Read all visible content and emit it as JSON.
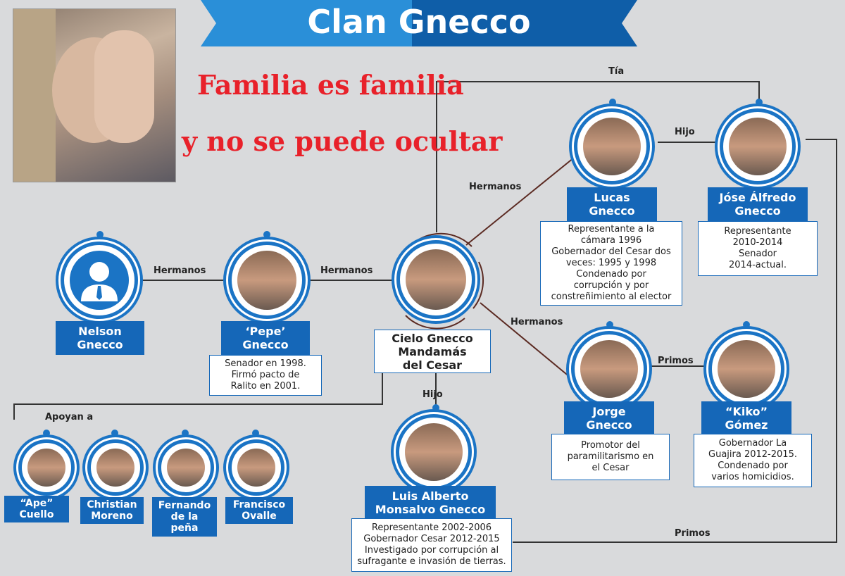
{
  "banner": {
    "title_left": "Clan",
    "title_right": "Gnecco"
  },
  "slogan": {
    "line1": "Familia es familia",
    "line2": "y no se puede ocultar"
  },
  "people": {
    "nelson": {
      "name": "Nelson\nGnecco"
    },
    "pepe": {
      "name": "‘Pepe’\nGnecco",
      "desc": "Senador en 1998.\nFirmó pacto de\nRalito en 2001."
    },
    "cielo": {
      "name": "Cielo Gnecco\nMandamás\ndel Cesar"
    },
    "lucas": {
      "name": "Lucas\nGnecco",
      "desc": "Representante a la\ncámara 1996\nGobernador del Cesar dos\nveces: 1995 y 1998\nCondenado por\ncorrupción y por\nconstreñimiento al elector"
    },
    "jose": {
      "name": "Jóse Álfredo\nGnecco",
      "desc": "Representante\n2010-2014\nSenador\n2014-actual."
    },
    "jorge": {
      "name": "Jorge\nGnecco",
      "desc": "Promotor del\nparamilitarismo en\nel Cesar"
    },
    "kiko": {
      "name": "“Kiko”\nGómez",
      "desc": "Gobernador La\nGuajira 2012-2015.\nCondenado por\nvarios homicidios."
    },
    "luis": {
      "name": "Luis Alberto\nMonsalvo Gnecco",
      "desc": "Representante 2002-2006\nGobernador Cesar 2012-2015\nInvestigado por corrupción al\nsufragante e invasión de tierras."
    },
    "ape": {
      "name": "“Ape”\nCuello"
    },
    "christian": {
      "name": "Christian\nMoreno"
    },
    "fernando": {
      "name": "Fernando\nde la\npeña"
    },
    "francisco": {
      "name": "Francisco\nOvalle"
    }
  },
  "relations": {
    "tia": "Tía",
    "hijo_top": "Hijo",
    "hermanos_1": "Hermanos",
    "hermanos_2": "Hermanos",
    "hermanos_3": "Hermanos",
    "hermanos_4": "Hermanos",
    "primos_1": "Primos",
    "primos_2": "Primos",
    "hijo_bottom": "Hijo",
    "apoyan": "Apoyan a"
  },
  "colors": {
    "accent": "#1b74c5",
    "banner_dark": "#0f5ea8",
    "slogan": "#e8212a",
    "background": "#d9dadc"
  },
  "icons": {
    "nelson_placeholder": "user-silhouette-icon"
  }
}
